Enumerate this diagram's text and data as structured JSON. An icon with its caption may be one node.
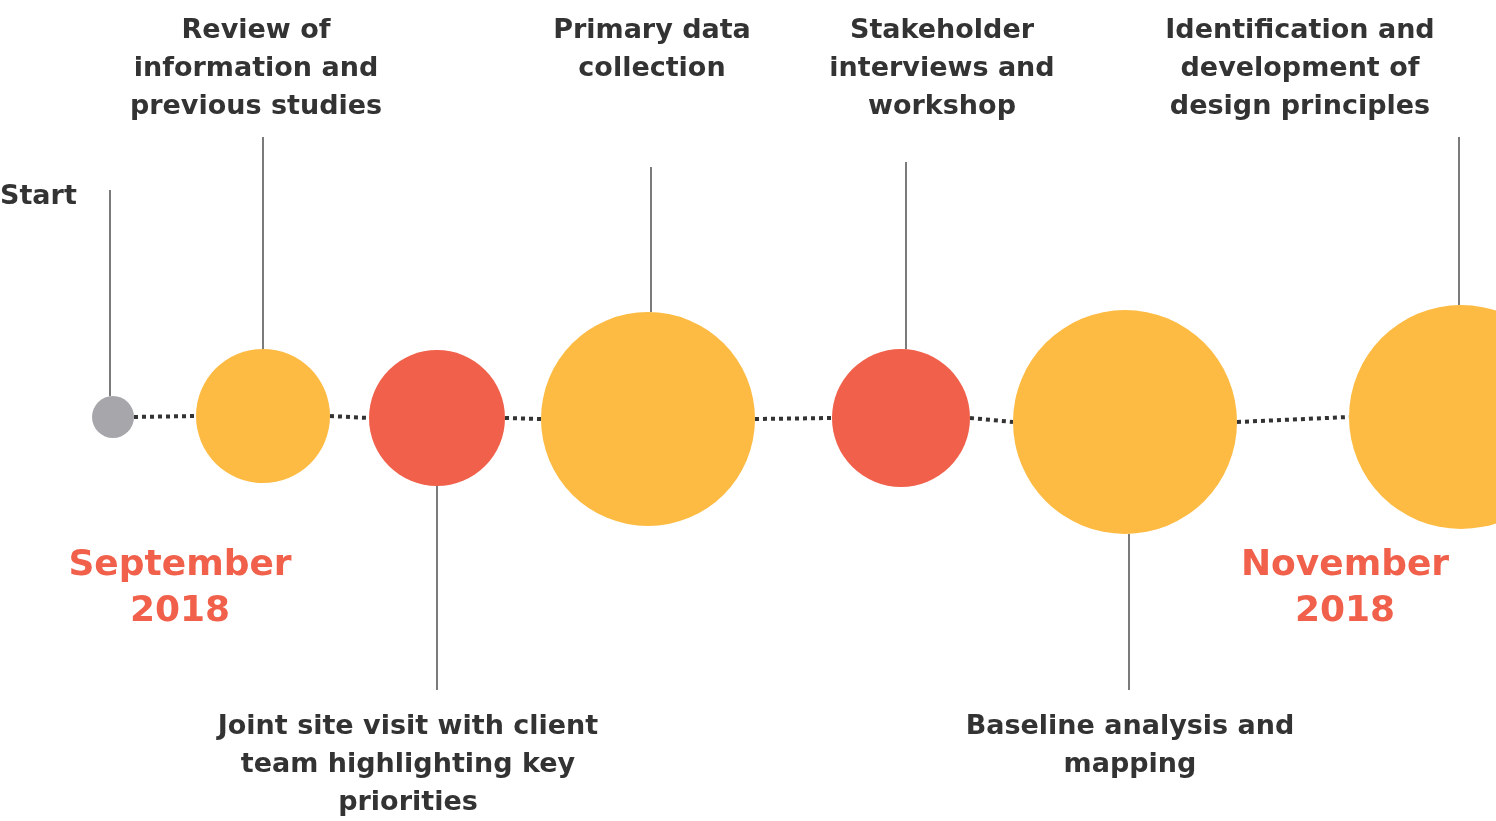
{
  "diagram": {
    "nodes": [
      {
        "text": [
          "Start"
        ]
      },
      {
        "text": [],
        "shape": "circle"
      },
      {
        "text": [
          "Review of information and previous studies"
        ]
      },
      {
        "text": [],
        "shape": "circle"
      },
      {
        "text": [],
        "shape": "circle"
      },
      {
        "text": [
          "Joint site visit with client team highlighting key priorities"
        ]
      },
      {
        "text": [
          "Primary data collection"
        ]
      },
      {
        "text": [],
        "shape": "circle"
      },
      {
        "text": [
          "Stakeholder interviews and workshop"
        ]
      },
      {
        "text": [],
        "shape": "circle"
      },
      {
        "text": [],
        "shape": "circle"
      },
      {
        "text": [
          "Baseline analysis and mapping"
        ]
      },
      {
        "text": [
          "Identification and development of design principles"
        ]
      },
      {
        "text": [],
        "shape": "circle"
      }
    ],
    "edges": [
      {
        "from": 0,
        "to": 1,
        "arrow": "none"
      },
      {
        "from": 2,
        "to": 3,
        "arrow": "none"
      },
      {
        "from": 5,
        "to": 4,
        "arrow": "none"
      },
      {
        "from": 6,
        "to": 7,
        "arrow": "none"
      },
      {
        "from": 8,
        "to": 9,
        "arrow": "none"
      },
      {
        "from": 11,
        "to": 10,
        "arrow": "none"
      },
      {
        "from": 12,
        "to": 13,
        "arrow": "none"
      },
      {
        "from": 1,
        "to": 3,
        "arrow": "none",
        "style": "dashed"
      },
      {
        "from": 3,
        "to": 4,
        "arrow": "none",
        "style": "dashed"
      },
      {
        "from": 4,
        "to": 7,
        "arrow": "none",
        "style": "dashed"
      },
      {
        "from": 7,
        "to": 9,
        "arrow": "none",
        "style": "dashed"
      },
      {
        "from": 9,
        "to": 10,
        "arrow": "none",
        "style": "dashed"
      },
      {
        "from": 10,
        "to": 13,
        "arrow": "none",
        "style": "dashed"
      }
    ],
    "labels": [
      "September 2018",
      "November 2018"
    ]
  }
}
